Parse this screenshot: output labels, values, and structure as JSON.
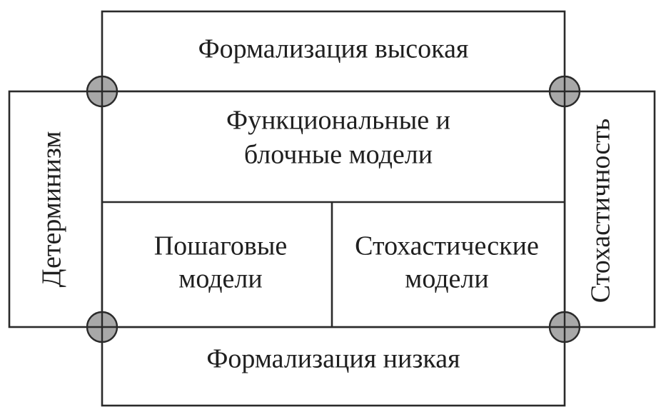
{
  "diagram": {
    "top_block": "Формализация высокая",
    "bottom_block": "Формализация низкая",
    "left_block": "Детерминизм",
    "right_block": "Стохастичность",
    "center_top": {
      "line1": "Функциональные и",
      "line2": "блочные модели"
    },
    "center_left": {
      "line1": "Пошаговые",
      "line2": "модели"
    },
    "center_right": {
      "line1": "Стохастические",
      "line2": "модели"
    }
  },
  "colors": {
    "line": "#2a2a2a",
    "joint_fill": "#a8a8a8",
    "text": "#1f1f1f"
  }
}
